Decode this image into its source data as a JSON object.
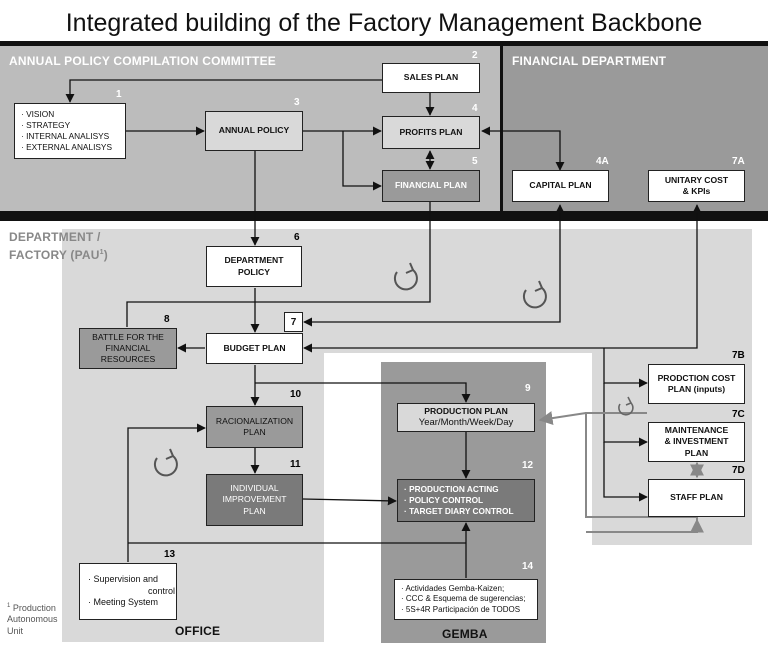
{
  "title": "Integrated building of the Factory Management Backbone",
  "regions": {
    "committee": "ANNUAL POLICY COMPILATION COMMITTEE",
    "financial_dept": "FINANCIAL DEPARTMENT",
    "department_line1": "DEPARTMENT /",
    "department_line2": "FACTORY (PAU",
    "department_sup": "1",
    "department_close": ")",
    "office": "OFFICE",
    "gemba": "GEMBA"
  },
  "boxes": {
    "vision_list": [
      "· VISION",
      "· STRATEGY",
      "· INTERNAL ANALISYS",
      "· EXTERNAL ANALISYS"
    ],
    "vision_num": "1",
    "sales_plan": "SALES PLAN",
    "sales_num": "2",
    "annual_policy": "ANNUAL POLICY",
    "annual_num": "3",
    "profits_plan": "PROFITS PLAN",
    "profits_num": "4",
    "financial_plan": "FINANCIAL PLAN",
    "financial_num": "5",
    "capital_plan": "CAPITAL PLAN",
    "capital_num": "4A",
    "unitary_cost_l1": "UNITARY COST",
    "unitary_cost_l2": "& KPIs",
    "unitary_num": "7A",
    "department_policy_l1": "DEPARTMENT",
    "department_policy_l2": "POLICY",
    "department_policy_num": "6",
    "seven": "7",
    "battle_l1": "BATTLE FOR THE",
    "battle_l2": "FINANCIAL",
    "battle_l3": "RESOURCES",
    "battle_num": "8",
    "budget_plan": "BUDGET PLAN",
    "prodcost_l1": "PRODCTION COST",
    "prodcost_l2": "PLAN (inputs)",
    "prodcost_num": "7B",
    "maint_l1": "MAINTENANCE",
    "maint_l2": "& INVESTMENT",
    "maint_l3": "PLAN",
    "maint_num": "7C",
    "staff_plan": "STAFF PLAN",
    "staff_num": "7D",
    "racional_l1": "RACIONALIZATION",
    "racional_l2": "PLAN",
    "racional_num": "10",
    "indiv_l1": "INDIVIDUAL",
    "indiv_l2": "IMPROVEMENT",
    "indiv_l3": "PLAN",
    "indiv_num": "11",
    "production_plan_l1": "PRODUCTION PLAN",
    "production_plan_l2": "Year/Month/Week/Day",
    "production_plan_num": "9",
    "acting_list": [
      "· PRODUCTION ACTING",
      "· POLICY CONTROL",
      "· TARGET DIARY CONTROL"
    ],
    "acting_num": "12",
    "supervision_l1": "· Supervision and",
    "supervision_l2": "control",
    "supervision_l3": "· Meeting System",
    "supervision_num": "13",
    "gemba_list": [
      "· Actividades Gemba-Kaizen;",
      "· CCC & Esquema de sugerencias;",
      "· 5S+4R Participación de TODOS"
    ],
    "gemba_num": "14"
  },
  "footnote": {
    "sup": "1",
    "l1": "Production",
    "l2": "Autonomous",
    "l3": "Unit"
  },
  "colors": {
    "committee_bg": "#bcbcbc",
    "financial_bg": "#9a9a9a",
    "separator": "#111111",
    "department_bg": "#d9d9d9",
    "gemba_bg": "#9a9a9a"
  },
  "icons": [
    "cycle-icon",
    "cycle-icon",
    "cycle-icon",
    "cycle-icon"
  ]
}
